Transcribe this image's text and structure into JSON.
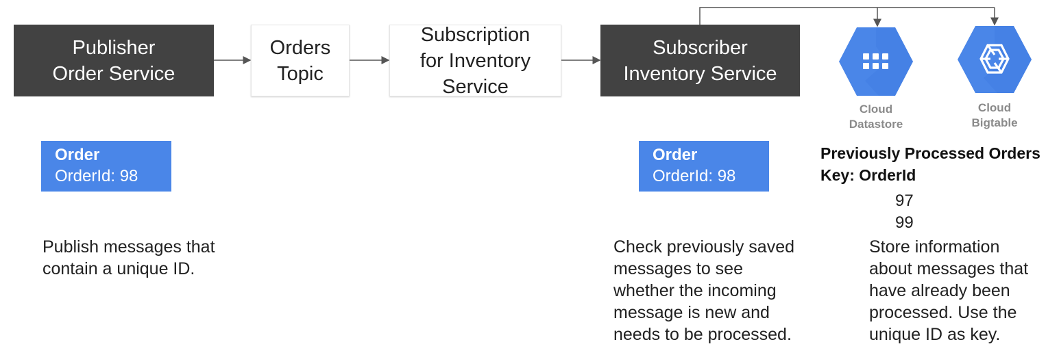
{
  "boxes": {
    "publisher": "Publisher\nOrder Service",
    "topic": "Orders\nTopic",
    "subscription": "Subscription\nfor Inventory\nService",
    "subscriber": "Subscriber\nInventory Service"
  },
  "products": {
    "datastore": {
      "name": "Cloud\nDatastore",
      "icon": "cloud-datastore-icon"
    },
    "bigtable": {
      "name": "Cloud\nBigtable",
      "icon": "cloud-bigtable-icon"
    }
  },
  "cards": {
    "left": {
      "title": "Order",
      "sub": "OrderId: 98"
    },
    "right": {
      "title": "Order",
      "sub": "OrderId: 98"
    }
  },
  "processed": {
    "heading": "Previously Processed Orders\nKey: OrderId",
    "ids": [
      "97",
      "99"
    ]
  },
  "descriptions": {
    "publish": "Publish messages that\ncontain a unique ID.",
    "check": "Check previously saved\nmessages to see\nwhether the incoming\nmessage is new and\nneeds to be processed.",
    "store": "Store information\nabout messages that\nhave already been\nprocessed. Use the\nunique ID as key."
  },
  "colors": {
    "dark_box": "#424242",
    "order_card": "#4a86e8",
    "gcp_hexagon": "#4a86e8"
  }
}
